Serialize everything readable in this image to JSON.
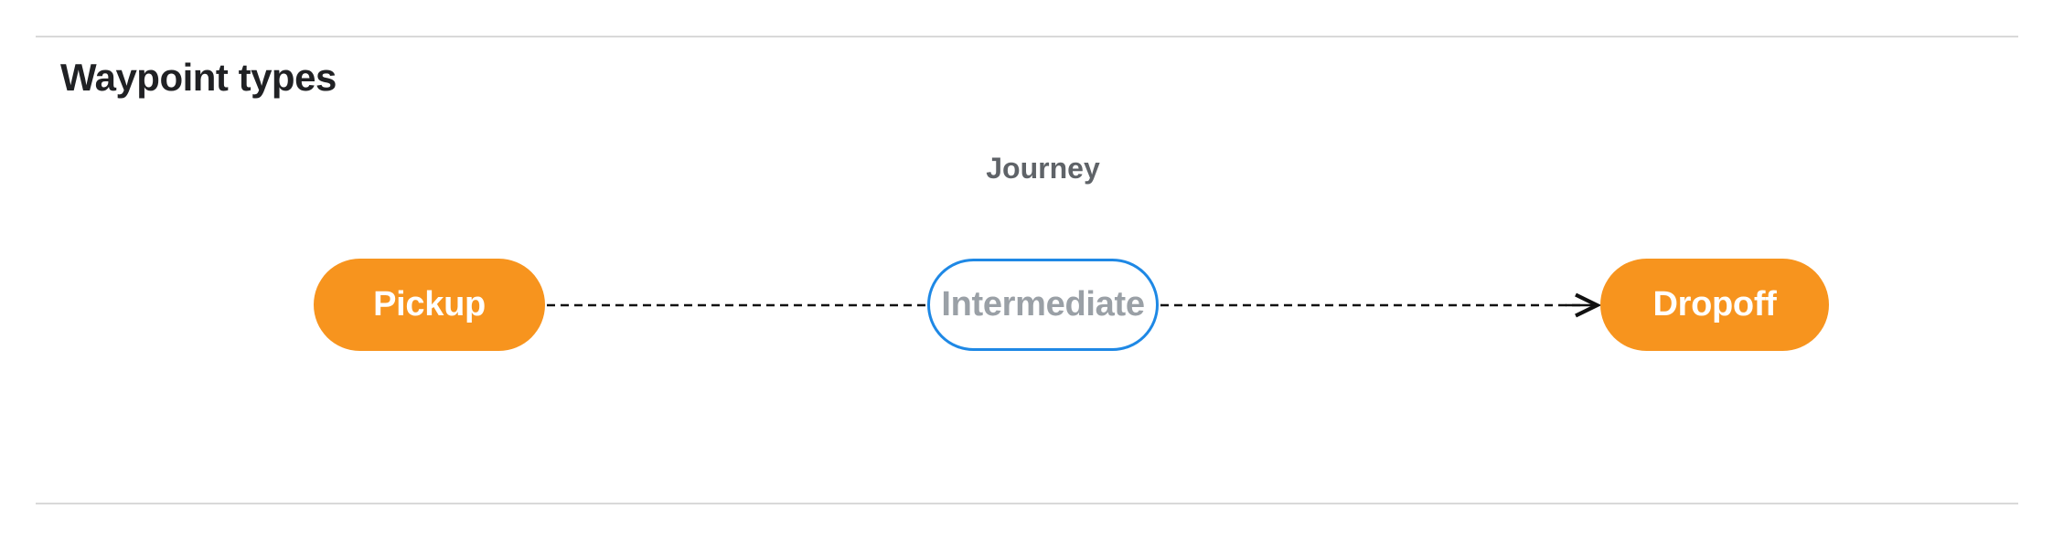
{
  "section": {
    "title": "Waypoint types"
  },
  "diagram": {
    "title": "Journey",
    "nodes": [
      {
        "id": "pickup",
        "label": "Pickup",
        "style": "filled-orange"
      },
      {
        "id": "intermediate",
        "label": "Intermediate",
        "style": "outlined-blue"
      },
      {
        "id": "dropoff",
        "label": "Dropoff",
        "style": "filled-orange"
      }
    ],
    "edges": [
      {
        "from": "pickup",
        "to": "intermediate",
        "style": "dashed",
        "arrowhead": false
      },
      {
        "from": "intermediate",
        "to": "dropoff",
        "style": "dashed",
        "arrowhead": true
      }
    ]
  },
  "colors": {
    "node_fill_orange": "#F7941E",
    "node_outline_blue": "#1E88E5",
    "node_text_white": "#FFFFFF",
    "node_text_gray": "#9AA0A6",
    "journey_label_gray": "#5F6368",
    "title_text": "#202124",
    "divider_gray": "#D9D9D9",
    "edge_black": "#111111",
    "background": "#FFFFFF"
  }
}
